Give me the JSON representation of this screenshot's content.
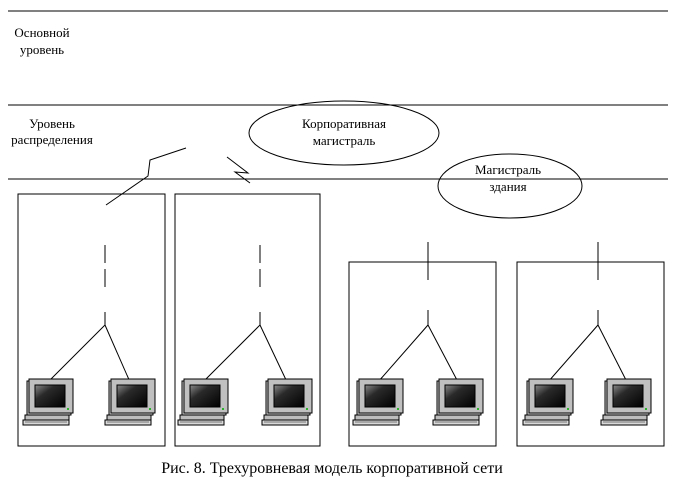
{
  "levels": {
    "core": [
      "Основной",
      "уровень"
    ],
    "distribution": [
      "Уровень",
      "распределения"
    ]
  },
  "ellipses": {
    "corporate_backbone": [
      "Корпоративная",
      "магистраль"
    ],
    "building_backbone": [
      "Магистраль",
      "здания"
    ]
  },
  "caption": "Рис. 8. Трехуровневая модель корпоративной сети"
}
